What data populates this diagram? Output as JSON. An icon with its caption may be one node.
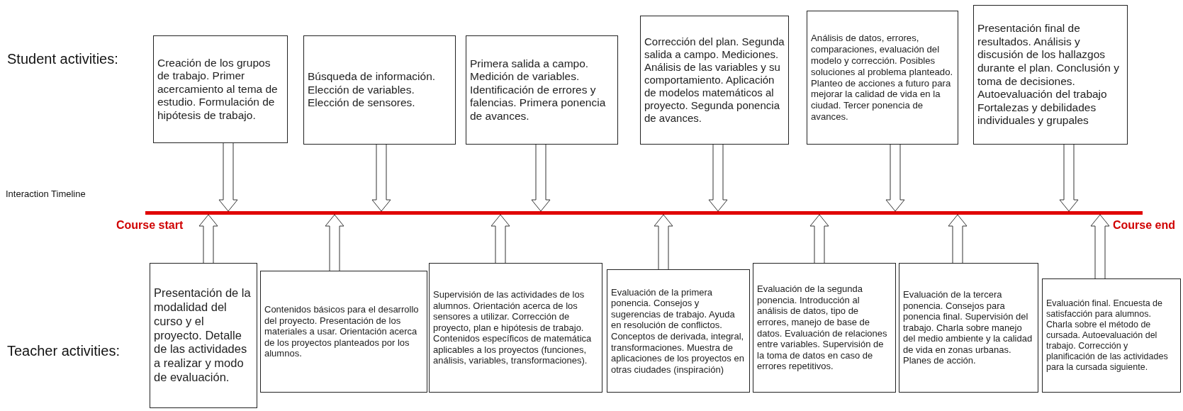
{
  "diagram": {
    "nodes": [
      {
        "text": [],
        "shape": "bar"
      },
      {
        "text": [
          "Creación de los grupos de trabajo. Primer acercamiento al tema de estudio. Formulación de hipótesis de trabajo."
        ]
      },
      {
        "text": [
          "Búsqueda de información. Elección de variables. Elección de sensores."
        ]
      },
      {
        "text": [
          "Primera salida a campo. Medición de variables. Identificación de errores y falencias. Primera ponencia de avances."
        ]
      },
      {
        "text": [
          "Corrección del plan. Segunda salida a campo. Mediciones. Análisis de las variables y su comportamiento. Aplicación de modelos matemáticos al proyecto. Segunda ponencia de avances."
        ]
      },
      {
        "text": [
          "Análisis de datos, errores, comparaciones, evaluación del modelo y corrección. Posibles soluciones al problema planteado. Planteo de acciones a futuro para mejorar la calidad de vida en la ciudad. Tercer ponencia de avances."
        ]
      },
      {
        "text": [
          "Presentación final de resultados. Análisis y discusión de los hallazgos durante el plan. Conclusión y toma de decisiones. Autoevaluación del trabajo Fortalezas y debilidades individuales y grupales"
        ]
      },
      {
        "text": [
          "Presentación de la modalidad del curso y el proyecto. Detalle de las actividades a realizar y modo de evaluación."
        ]
      },
      {
        "text": [
          "Contenidos básicos para el desarrollo del proyecto. Presentación de los materiales a usar. Orientación acerca de los proyectos planteados por los alumnos."
        ]
      },
      {
        "text": [
          "Supervisión de las actividades de los alumnos. Orientación acerca de los sensores a utilizar. Corrección de proyecto, plan e hipótesis de trabajo. Contenidos específicos de matemática aplicables a los proyectos (funciones, análisis, variables, transformaciones)."
        ]
      },
      {
        "text": [
          "Evaluación de la primera ponencia. Consejos y sugerencias de trabajo. Ayuda en resolución de conflictos. Conceptos de derivada, integral, transformaciones. Muestra de aplicaciones de los proyectos en otras ciudades (inspiración)"
        ]
      },
      {
        "text": [
          "Evaluación de la segunda ponencia. Introducción al análisis de datos, tipo de errores, manejo de base de datos. Evaluación de relaciones entre variables. Supervisión de la toma de datos en caso de errores repetitivos."
        ]
      },
      {
        "text": [
          "Evaluación de la tercera ponencia. Consejos para ponencia final. Supervisión del trabajo. Charla sobre manejo del medio ambiente y la calidad de vida en zonas urbanas. Planes de acción."
        ]
      },
      {
        "text": [
          "Evaluación final. Encuesta de satisfacción para alumnos. Charla sobre el método de cursada. Autoevaluación del trabajo. Corrección y planificación de las actividades para la cursada siguiente."
        ]
      }
    ],
    "edges": [
      {
        "from": 1,
        "to": 0,
        "arrow": "to"
      },
      {
        "from": 2,
        "to": 0,
        "arrow": "to"
      },
      {
        "from": 3,
        "to": 0,
        "arrow": "to"
      },
      {
        "from": 4,
        "to": 0,
        "arrow": "to"
      },
      {
        "from": 5,
        "to": 0,
        "arrow": "to"
      },
      {
        "from": 6,
        "to": 0,
        "arrow": "to"
      },
      {
        "from": 7,
        "to": 0,
        "arrow": "to"
      },
      {
        "from": 8,
        "to": 0,
        "arrow": "to"
      },
      {
        "from": 9,
        "to": 0,
        "arrow": "to"
      },
      {
        "from": 10,
        "to": 0,
        "arrow": "to"
      },
      {
        "from": 11,
        "to": 0,
        "arrow": "to"
      },
      {
        "from": 12,
        "to": 0,
        "arrow": "to"
      },
      {
        "from": 13,
        "to": 0,
        "arrow": "to"
      }
    ],
    "labels": [
      "Student activities:",
      "Interaction Timeline",
      "Course start",
      "Course end",
      "Teacher activities:"
    ]
  }
}
